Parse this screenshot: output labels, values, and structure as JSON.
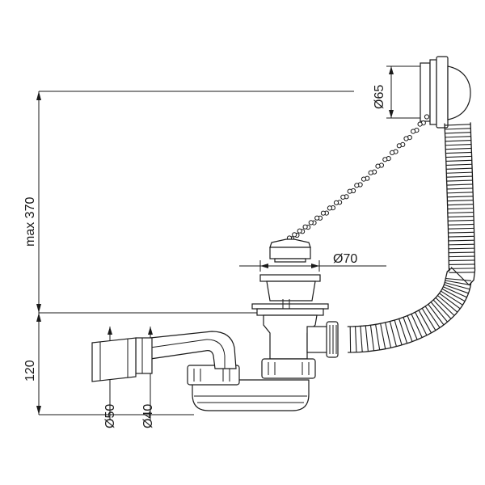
{
  "dimensions": {
    "overflow_diameter": "Ø65",
    "plug_diameter": "Ø70",
    "max_height": "max 370",
    "trap_height": "120",
    "outlet_outer_diameter": "Ø50",
    "outlet_inner_diameter": "Ø40"
  }
}
